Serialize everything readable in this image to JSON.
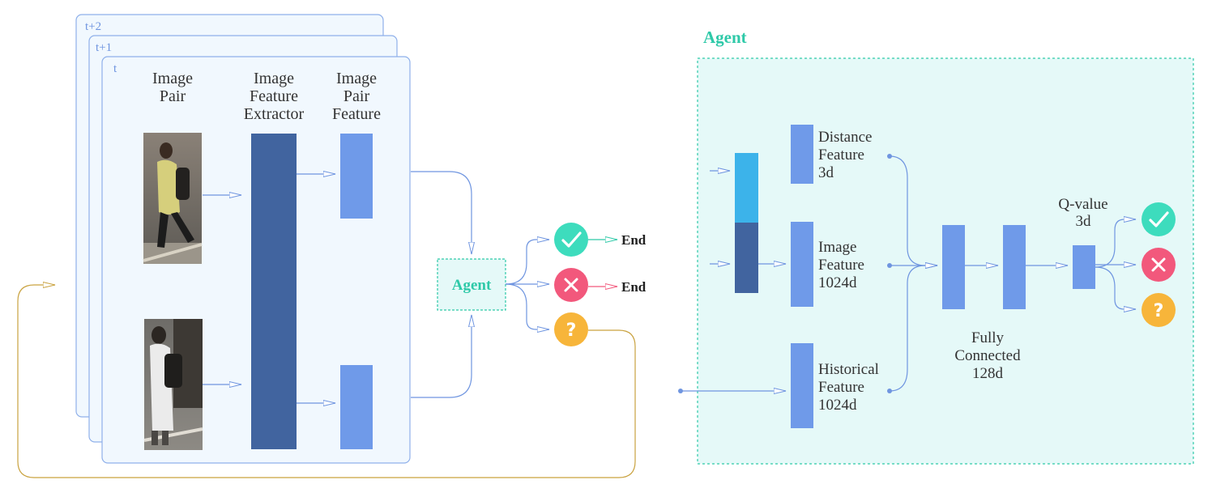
{
  "frames": {
    "t2": "t+2",
    "t1": "t+1",
    "t0": "t"
  },
  "columns": {
    "image_pair": [
      "Image",
      "Pair"
    ],
    "extractor": [
      "Image",
      "Feature",
      "Extractor"
    ],
    "pair_feature": [
      "Image",
      "Pair",
      "Feature"
    ]
  },
  "agent_small": "Agent",
  "outcomes": {
    "end_match": "End",
    "end_nomatch": "End"
  },
  "agent_panel": {
    "title": "Agent",
    "distance": [
      "Distance",
      "Feature",
      "3d"
    ],
    "image": [
      "Image",
      "Feature",
      "1024d"
    ],
    "historical": [
      "Historical",
      "Feature",
      "1024d"
    ],
    "fc": [
      "Fully",
      "Connected",
      "128d"
    ],
    "q": [
      "Q-value",
      "3d"
    ]
  },
  "icons": {
    "check": "check-icon",
    "cross": "cross-icon",
    "question": "question-icon"
  },
  "colors": {
    "blue": "#6f95e0",
    "dark_blue": "#41649f",
    "cyan": "#3cb3ea",
    "teal": "#2ec9a8",
    "green": "#3ddcbd",
    "red": "#f2587c",
    "orange": "#f7b53a",
    "loop": "#c9a23f",
    "frame_fill": "#f1f8fe",
    "agent_fill": "#e5f9f8"
  }
}
